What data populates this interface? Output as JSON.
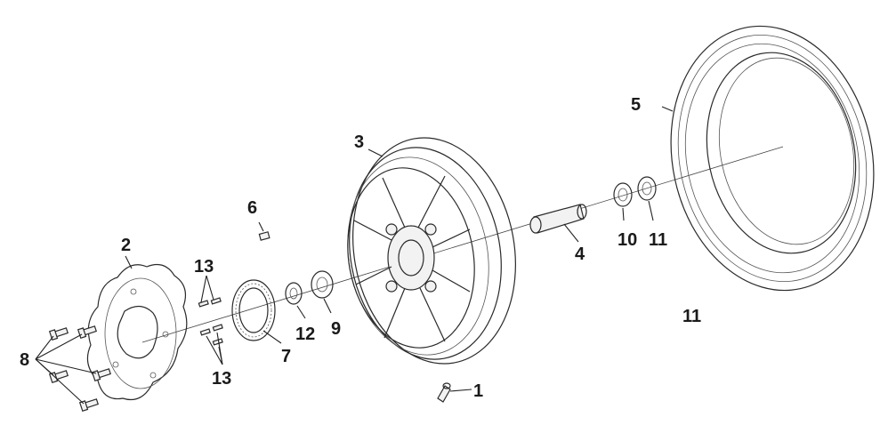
{
  "callouts": {
    "valve": "1",
    "brake_disc": "2",
    "rim": "3",
    "spacer_tube": "4",
    "tire": "5",
    "weight": "6",
    "tone_ring": "7",
    "disc_bolts": "8",
    "washer_9": "9",
    "washer_10": "10",
    "washer_11_small": "11",
    "tire_11": "11",
    "washer_12": "12",
    "screws_top": "13",
    "screws_bottom": "13"
  }
}
